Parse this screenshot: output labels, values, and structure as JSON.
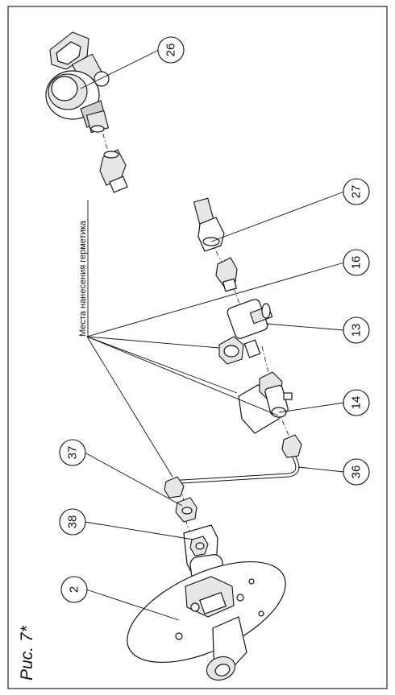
{
  "figure": {
    "caption": "Рис. 7*",
    "note": "Места нанесения герметика"
  },
  "callouts": [
    "26",
    "27",
    "16",
    "13",
    "14",
    "36",
    "37",
    "38",
    "2"
  ]
}
